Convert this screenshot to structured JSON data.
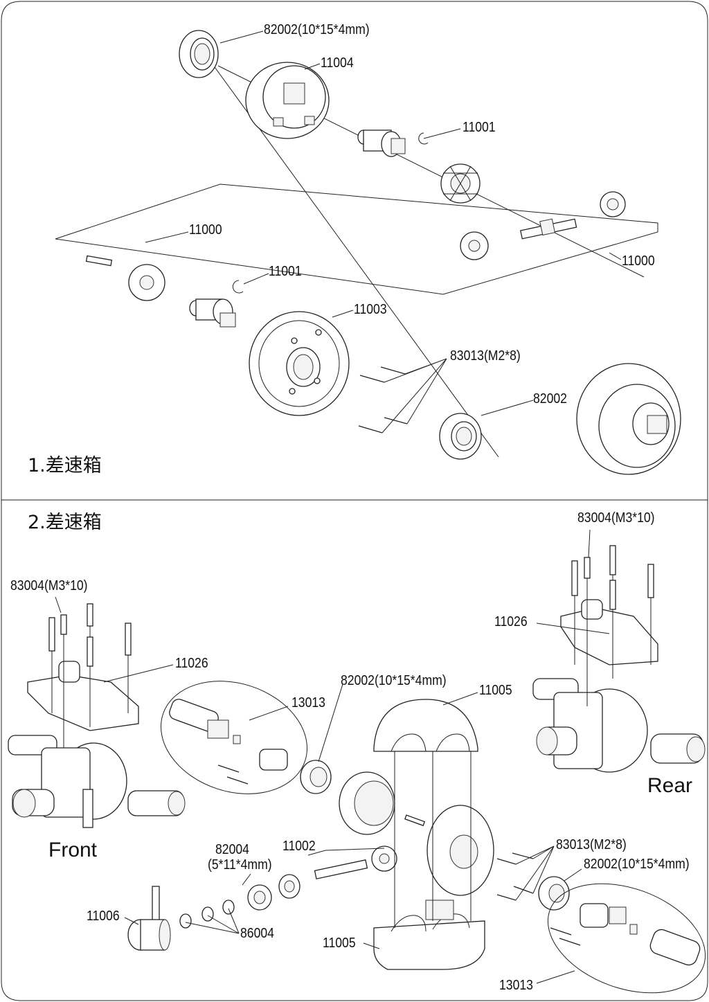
{
  "section1": {
    "title": "1.差速箱",
    "labels": {
      "bearing_top": "82002(10*15*4mm)",
      "diff_case": "11004",
      "outdrive_top": "11001",
      "pin_left": "11000",
      "pin_right": "11000",
      "outdrive_left": "11001",
      "ring_gear": "11003",
      "screws": "83013(M2*8)",
      "bearing_bottom": "82002"
    }
  },
  "section2": {
    "title": "2.差速箱",
    "labels": {
      "screws_left": "83004(M3*10)",
      "screws_right": "83004(M3*10)",
      "mount_left": "11026",
      "mount_right": "11026",
      "cvd_top": "13013",
      "bearing_mid": "82002(10*15*4mm)",
      "housing_top": "11005",
      "bearing_small_a": "82004",
      "bearing_small_b": "(5*11*4mm)",
      "pinion_shaft": "11002",
      "screws_mid": "83013(M2*8)",
      "bearing_right": "82002(10*15*4mm)",
      "cup": "11006",
      "shims": "86004",
      "housing_bottom": "11005",
      "cvd_bottom": "13013"
    },
    "front": "Front",
    "rear": "Rear"
  }
}
